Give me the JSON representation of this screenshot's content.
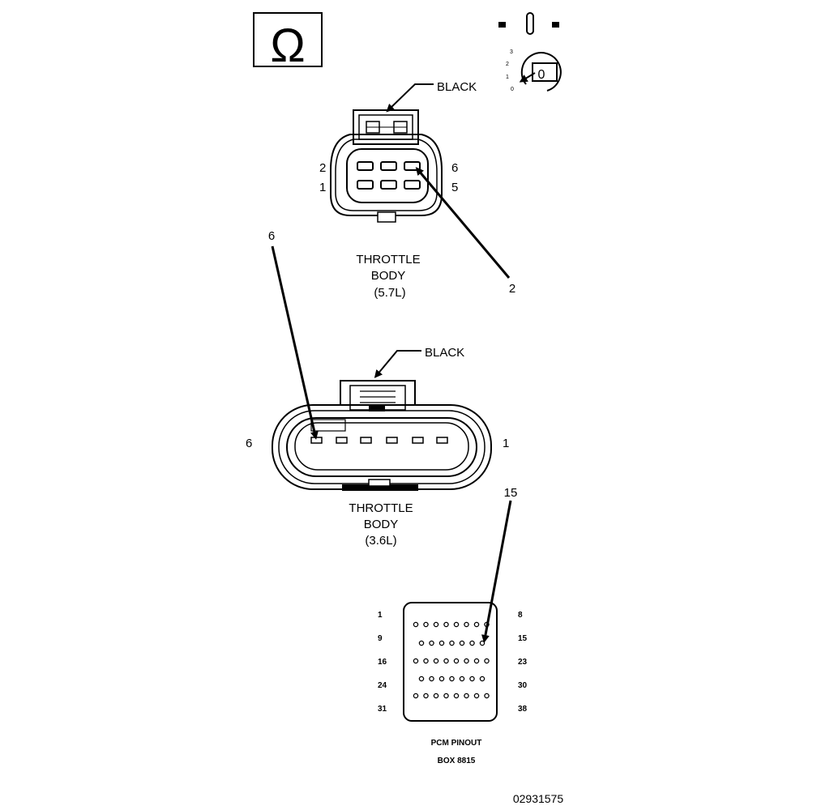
{
  "ohm_symbol": "Ω",
  "key_switch": {
    "positions": [
      "3",
      "2",
      "1",
      "0"
    ],
    "key_label": "0"
  },
  "connector_57": {
    "color_label": "BLACK",
    "pin_labels": {
      "top_left": "2",
      "bottom_left": "1",
      "top_right": "6",
      "bottom_right": "5"
    },
    "caption_line1": "THROTTLE",
    "caption_line2": "BODY",
    "caption_line3": "(5.7L)",
    "probe_pin": "2"
  },
  "connector_36": {
    "color_label": "BLACK",
    "pin_left": "6",
    "pin_right": "1",
    "caption_line1": "THROTTLE",
    "caption_line2": "BODY",
    "caption_line3": "(3.6L)",
    "probe_pin": "6"
  },
  "pcm": {
    "probe_pin": "15",
    "left_labels": [
      "1",
      "9",
      "16",
      "24",
      "31"
    ],
    "right_labels": [
      "8",
      "15",
      "23",
      "30",
      "38"
    ],
    "title": "PCM PINOUT",
    "box": "BOX 8815"
  },
  "doc_id": "02931575"
}
